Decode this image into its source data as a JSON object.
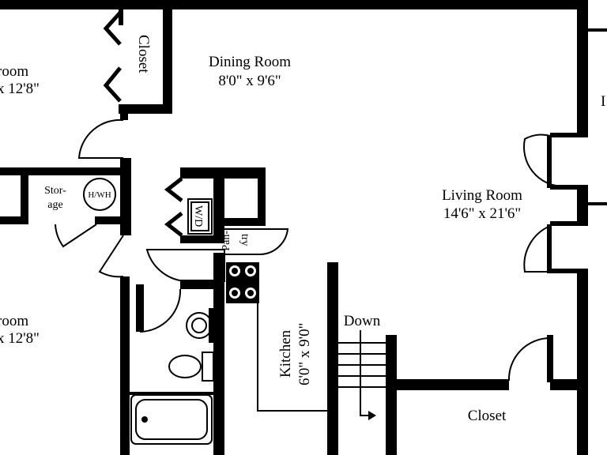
{
  "rooms": {
    "bedroom_top": {
      "name": "room",
      "dims": "x 12'8\""
    },
    "bedroom_bottom": {
      "name": "room",
      "dims": "x 12'8\""
    },
    "closet_top": {
      "name": "Closet"
    },
    "dining": {
      "name": "Dining Room",
      "dims": "8'0\" x 9'6\""
    },
    "living": {
      "name": "Living Room",
      "dims": "14'6\" x 21'6\""
    },
    "storage": {
      "line1": "Stor-",
      "line2": "age"
    },
    "water_heater": {
      "name": "H/WH"
    },
    "washer_dryer": {
      "name": "W/D"
    },
    "pantry": {
      "line1": "Pan-",
      "line2": "try"
    },
    "kitchen": {
      "name": "Kitchen",
      "dims": "6'0\" x 9'0\""
    },
    "stairs": {
      "name": "Down"
    },
    "closet_bottom": {
      "name": "Closet"
    },
    "right_edge": {
      "name": "I"
    }
  },
  "colors": {
    "wall": "#000000",
    "background": "#ffffff"
  }
}
